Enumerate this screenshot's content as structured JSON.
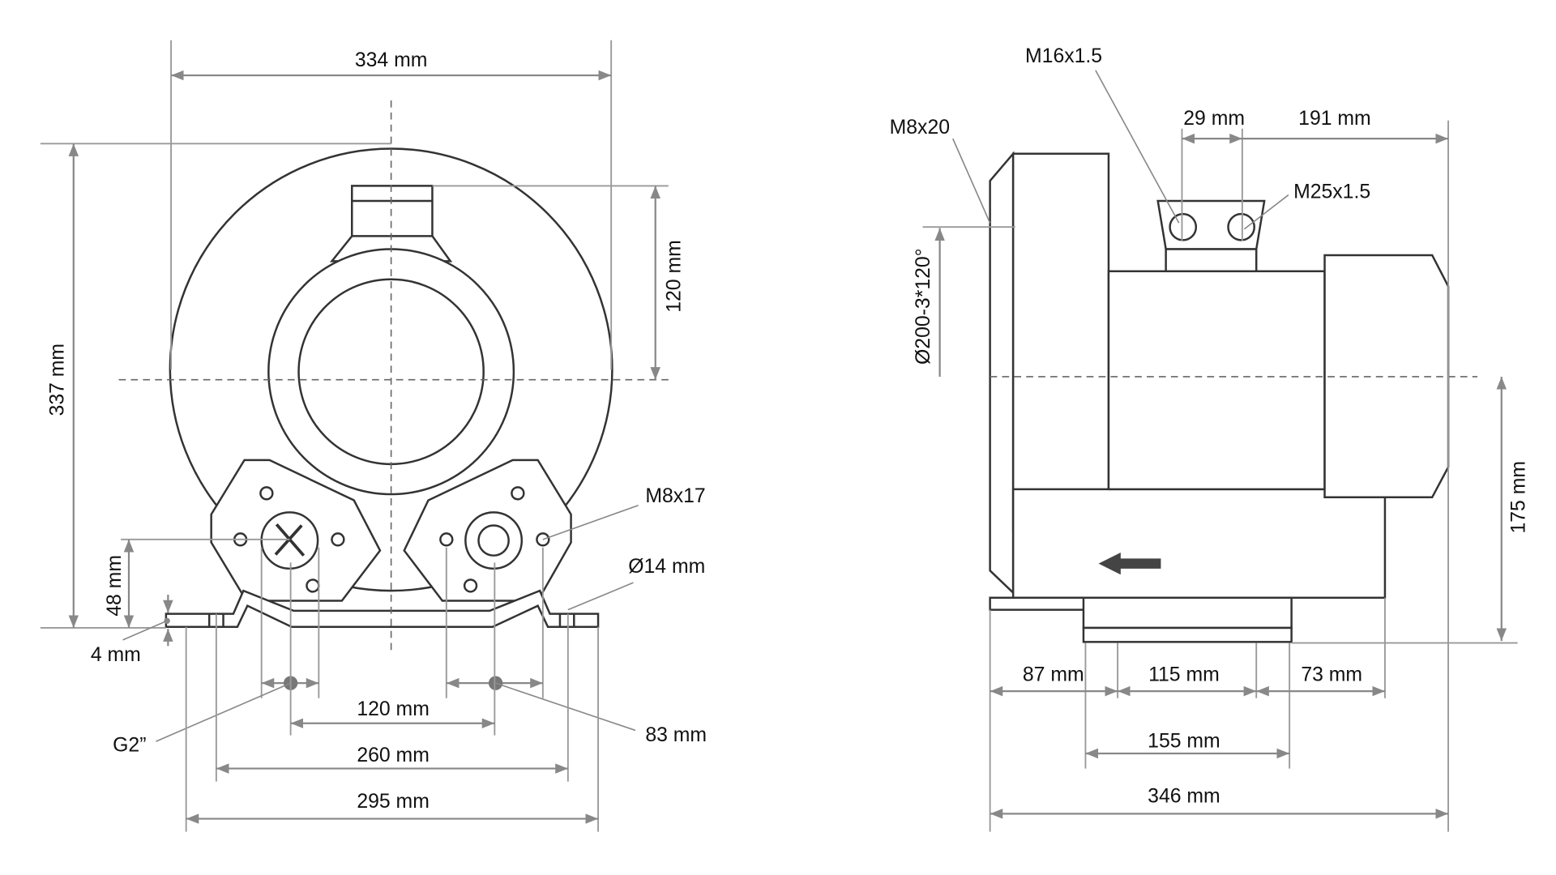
{
  "front_view": {
    "width_top": "334 mm",
    "height_total": "337 mm",
    "inlet_height": "120 mm",
    "foot_height": "48 mm",
    "base_thickness": "4 mm",
    "thread_m8": "M8x17",
    "hole_dia": "Ø14 mm",
    "port_thread": "G2”",
    "port_spacing": "120 mm",
    "port_offset": "83 mm",
    "foot_holes": "260 mm",
    "base_width": "295 mm"
  },
  "side_view": {
    "m16": "M16x1.5",
    "m8x20": "M8x20",
    "m25": "M25x1.5",
    "gland_spacing": "29 mm",
    "gland_to_end": "191 mm",
    "bolt_circle": "Ø200-3*120°",
    "axis_height": "175 mm",
    "seg1": "87 mm",
    "seg2": "115 mm",
    "seg3": "73 mm",
    "foot_width": "155 mm",
    "total_length": "346 mm"
  },
  "colors": {
    "line": "#333333",
    "dimension": "#888888",
    "arrow": "#444444"
  }
}
